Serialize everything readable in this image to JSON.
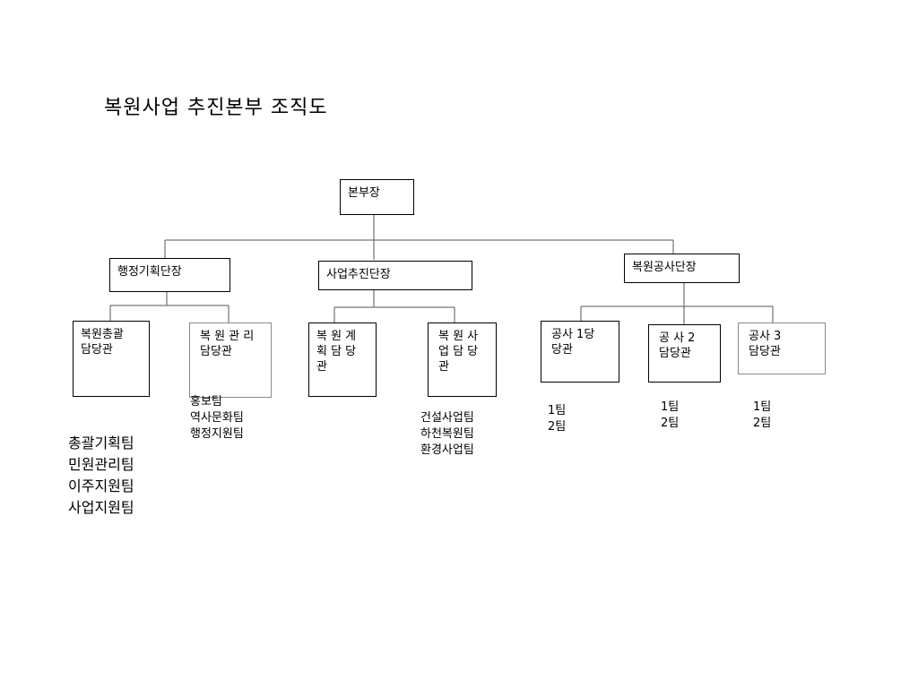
{
  "title": "복원사업 추진본부 조직도",
  "nodes": {
    "head": "본부장",
    "admin_director": "행정기획단장",
    "project_director": "사업추진단장",
    "works_director": "복원공사단장",
    "officer_general": "복원총괄\n담당관",
    "officer_management": "복 원 관 리\n담당관",
    "officer_planning": "복 원 계\n획  담 당\n관",
    "officer_project": "복 원 사\n업 담  당\n관",
    "officer_works1": "공사  1당\n당관",
    "officer_works2": "공 사   2\n담당관",
    "officer_works3": "공사 3\n담당관"
  },
  "teams": {
    "general": "총괄기획팀\n민원관리팀\n이주지원팀\n사업지원팀",
    "management": "홍보팀\n역사문화팀\n행정지원팀",
    "project": "건설사업팀\n하천복원팀\n환경사업팀",
    "works1": "1팀\n2팀",
    "works2": "1팀\n2팀",
    "works3": "1팀\n2팀"
  }
}
